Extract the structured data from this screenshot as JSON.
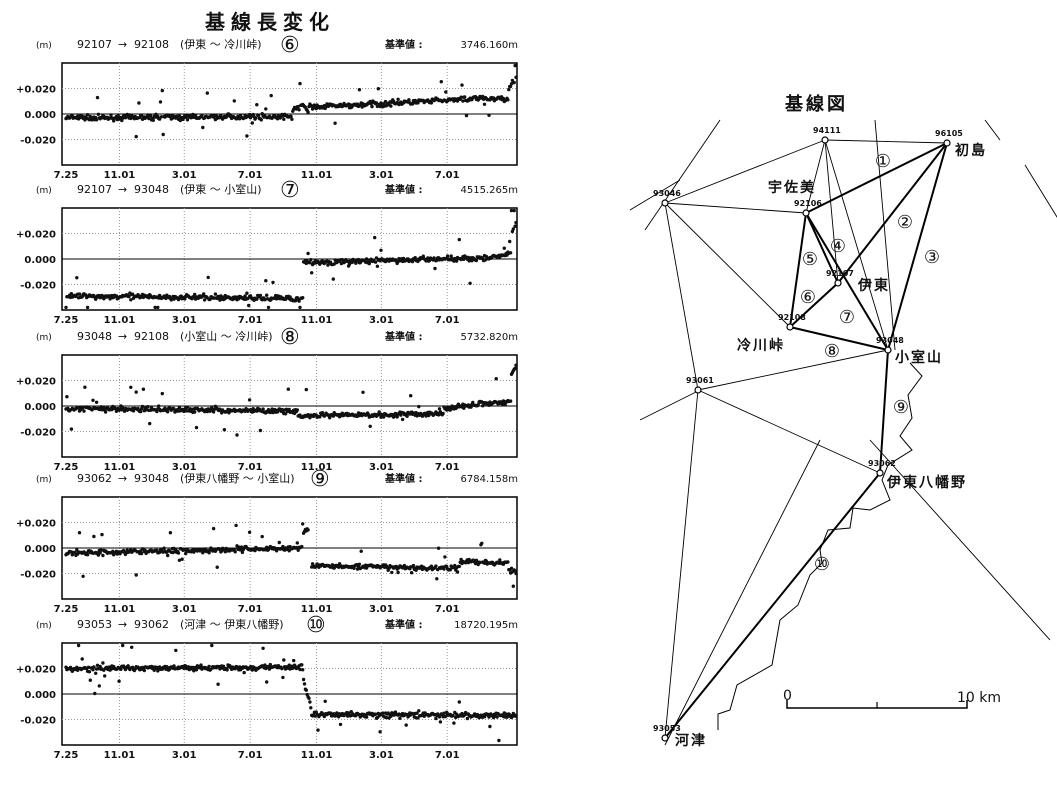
{
  "main_title": "基線長変化",
  "map_title": "基線図",
  "unit_label": "(m)",
  "ref_label": "基準値 :",
  "x_tick_labels": [
    "7.25",
    "11.01",
    "3.01",
    "7.01",
    "11.01",
    "3.01",
    "7.01"
  ],
  "y_tick_labels": [
    "+0.020",
    "0.000",
    "-0.020"
  ],
  "chart_data": [
    {
      "type": "scatter",
      "id": "6",
      "from": "92107",
      "to": "92108",
      "arrow": "→",
      "route": "(伊東 ～ 冷川峠)",
      "number": "⑥",
      "reference": "3746.160m",
      "ylim": [
        -0.04,
        0.04
      ],
      "yticks": [
        0.02,
        0,
        -0.02
      ],
      "xticks_days": [
        0,
        99,
        219,
        341,
        464,
        584,
        706
      ],
      "trend": [
        [
          0,
          420,
          -0.003,
          -0.002
        ],
        [
          420,
          440,
          0.004,
          0.006
        ],
        [
          440,
          760,
          0.005,
          0.012
        ],
        [
          760,
          820,
          0.012,
          0.012
        ],
        [
          820,
          835,
          0.02,
          0.03
        ]
      ]
    },
    {
      "type": "scatter",
      "id": "7",
      "from": "92107",
      "to": "93048",
      "arrow": "→",
      "route": "(伊東 ～ 小室山)",
      "number": "⑦",
      "reference": "4515.265m",
      "ylim": [
        -0.04,
        0.04
      ],
      "yticks": [
        0.02,
        0,
        -0.02
      ],
      "xticks_days": [
        0,
        99,
        219,
        341,
        464,
        584,
        706
      ],
      "trend": [
        [
          0,
          440,
          -0.029,
          -0.031
        ],
        [
          440,
          780,
          -0.003,
          0.001
        ],
        [
          780,
          825,
          0.0,
          0.005
        ],
        [
          825,
          835,
          0.02,
          0.03
        ]
      ]
    },
    {
      "type": "scatter",
      "id": "8",
      "from": "93048",
      "to": "92108",
      "arrow": "→",
      "route": "(小室山 ～ 冷川峠)",
      "number": "⑧",
      "reference": "5732.820m",
      "ylim": [
        -0.04,
        0.04
      ],
      "yticks": [
        0.02,
        0,
        -0.02
      ],
      "xticks_days": [
        0,
        99,
        219,
        341,
        464,
        584,
        706
      ],
      "trend": [
        [
          0,
          430,
          -0.002,
          -0.004
        ],
        [
          430,
          700,
          -0.008,
          -0.006
        ],
        [
          700,
          825,
          -0.002,
          0.004
        ],
        [
          825,
          835,
          0.025,
          0.032
        ]
      ]
    },
    {
      "type": "scatter",
      "id": "9",
      "from": "93062",
      "to": "93048",
      "arrow": "→",
      "route": "(伊東八幡野 ～ 小室山)",
      "number": "⑨",
      "reference": "6784.158m",
      "ylim": [
        -0.04,
        0.04
      ],
      "yticks": [
        0.02,
        0,
        -0.02
      ],
      "xticks_days": [
        0,
        99,
        219,
        341,
        464,
        584,
        706
      ],
      "trend": [
        [
          0,
          440,
          -0.004,
          0.0
        ],
        [
          440,
          450,
          0.012,
          0.016
        ],
        [
          455,
          730,
          -0.014,
          -0.016
        ],
        [
          730,
          820,
          -0.01,
          -0.012
        ],
        [
          820,
          835,
          -0.016,
          -0.02
        ]
      ]
    },
    {
      "type": "scatter",
      "id": "10",
      "from": "93053",
      "to": "93062",
      "arrow": "→",
      "route": "(河津 ～ 伊東八幡野)",
      "number": "⑩",
      "reference": "18720.195m",
      "ylim": [
        -0.04,
        0.04
      ],
      "yticks": [
        0.02,
        0,
        -0.02
      ],
      "xticks_days": [
        0,
        99,
        219,
        341,
        464,
        584,
        706
      ],
      "trend": [
        [
          0,
          440,
          0.02,
          0.021
        ],
        [
          440,
          455,
          0.01,
          -0.012
        ],
        [
          455,
          835,
          -0.016,
          -0.017
        ]
      ]
    }
  ],
  "map": {
    "stations": [
      {
        "id": "94111",
        "name": ""
      },
      {
        "id": "96105",
        "name": "初島"
      },
      {
        "id": "93046",
        "name": ""
      },
      {
        "id": "92106",
        "name": "宇佐美"
      },
      {
        "id": "92107",
        "name": "伊東"
      },
      {
        "id": "92108",
        "name": "冷川峠"
      },
      {
        "id": "93048",
        "name": "小室山"
      },
      {
        "id": "93061",
        "name": ""
      },
      {
        "id": "93062",
        "name": "伊東八幡野"
      },
      {
        "id": "93053",
        "name": "河津"
      }
    ],
    "baselines": [
      "①",
      "②",
      "③",
      "④",
      "⑤",
      "⑥",
      "⑦",
      "⑧",
      "⑨",
      "⑩"
    ],
    "scale": {
      "start": "0",
      "end": "10 km"
    }
  }
}
